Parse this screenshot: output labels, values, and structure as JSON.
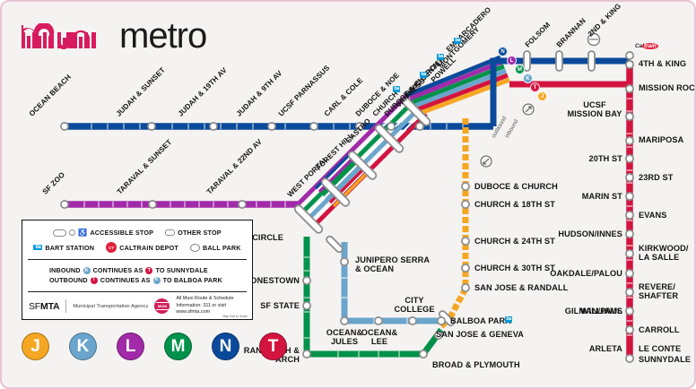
{
  "header": {
    "logo_muni": "muni",
    "logo_metro": "metro",
    "muni_color": "#d81b5f"
  },
  "colors": {
    "J": "#f5a623",
    "K": "#6aa5cc",
    "L": "#a12aa8",
    "M": "#00924b",
    "N": "#0b4a9b",
    "T": "#d3143f",
    "bart": "#0099d8",
    "caltrain": "#e0203a",
    "station": "#ffffff",
    "station_ring": "#8d8d8d",
    "background": "#f4f3f1",
    "border": "#e9c3d4"
  },
  "lines": [
    {
      "id": "J",
      "letter": "J",
      "color": "#f5a623"
    },
    {
      "id": "K",
      "letter": "K",
      "color": "#6aa5cc"
    },
    {
      "id": "L",
      "letter": "L",
      "color": "#a12aa8"
    },
    {
      "id": "M",
      "letter": "M",
      "color": "#00924b"
    },
    {
      "id": "N",
      "letter": "N",
      "color": "#0b4a9b"
    },
    {
      "id": "T",
      "letter": "T",
      "color": "#d3143f"
    }
  ],
  "n_line_stations": [
    "OCEAN BEACH",
    "JUDAH & SUNSET",
    "JUDAH & 19TH AV",
    "JUDAH & 9TH AV",
    "UCSF PARNASSUS",
    "CARL & COLE",
    "DUBOCE & NOE",
    "DUBOCE & CHURCH"
  ],
  "l_line_stations": [
    "SF ZOO",
    "TARAVAL & SUNSET",
    "TARAVAL & 22ND AV",
    "WEST PORTAL"
  ],
  "tunnel_stations": [
    "WEST PORTAL",
    "FOREST HILL",
    "CASTRO",
    "CHURCH"
  ],
  "market_stations": [
    {
      "name": "VAN NESS",
      "bart": false
    },
    {
      "name": "CIVIC CENTER",
      "bart": true
    },
    {
      "name": "POWELL",
      "bart": true
    },
    {
      "name": "MONTGOMERY",
      "bart": true
    },
    {
      "name": "EMBARCADERO",
      "bart": true
    }
  ],
  "king_stations": [
    {
      "name": "FOLSOM",
      "ball": false
    },
    {
      "name": "BRANNAN",
      "ball": false
    },
    {
      "name": "2ND & KING",
      "ball": true
    }
  ],
  "t_line_stations": [
    {
      "name": "4TH & KING",
      "side": "right"
    },
    {
      "name": "MISSION ROCK",
      "side": "right"
    },
    {
      "name": "UCSF\nMISSION BAY",
      "side": "left"
    },
    {
      "name": "MARIPOSA",
      "side": "right"
    },
    {
      "name": "20TH ST",
      "side": "left"
    },
    {
      "name": "23RD ST",
      "side": "right"
    },
    {
      "name": "MARIN ST",
      "side": "left"
    },
    {
      "name": "EVANS",
      "side": "right"
    },
    {
      "name": "HUDSON/INNES",
      "side": "left"
    },
    {
      "name": "KIRKWOOD/\nLA SALLE",
      "side": "right"
    },
    {
      "name": "OAKDALE/PALOU",
      "side": "left"
    },
    {
      "name": "REVERE/\nSHAFTER",
      "side": "right"
    },
    {
      "name": "WILLIAMS",
      "side": "left"
    },
    {
      "name": "CARROLL",
      "side": "right"
    },
    {
      "name": "GILMAN/PAUL",
      "side": "left"
    },
    {
      "name": "LE CONTE",
      "side": "right"
    },
    {
      "name": "ARLETA",
      "side": "left"
    },
    {
      "name": "SUNNYDALE",
      "side": "right"
    }
  ],
  "j_line_stations": [
    "DUBOCE & CHURCH",
    "CHURCH & 18TH ST",
    "CHURCH & 24TH ST",
    "CHURCH & 30TH ST",
    "SAN JOSE & RANDALL"
  ],
  "southwest_stations": [
    "ST. FRANCIS CIRCLE",
    "JUNIPERO SERRA\n& OCEAN",
    "STONESTOWN",
    "SF STATE",
    "OCEAN&\nJULES",
    "OCEAN&\nLEE",
    "CITY\nCOLLEGE",
    "RANDOLPH &\nARCH",
    "BROAD & PLYMOUTH",
    "SAN JOSE & GENEVA"
  ],
  "balboa_park": {
    "name": "BALBOA PARK",
    "bart": true
  },
  "caltrain_label": {
    "cal": "Cal",
    "train": "train"
  },
  "direction_labels": {
    "inbound": "inbound",
    "outbound": "outbound"
  },
  "legend": {
    "accessible_stop": "ACCESSIBLE STOP",
    "other_stop": "OTHER STOP",
    "bart_station": "BART STATION",
    "bart_glyph": "ba",
    "caltrain_depot": "CALTRAIN DEPOT",
    "caltrain_glyph": "CT",
    "ball_park": "BALL PARK",
    "inbound_text_1": "INBOUND",
    "inbound_badge_1": "K",
    "inbound_text_2": "CONTINUES AS",
    "inbound_badge_2": "T",
    "inbound_text_3": "TO SUNNYDALE",
    "outbound_text_1": "OUTBOUND",
    "outbound_badge_1": "T",
    "outbound_text_2": "CONTINUES AS",
    "outbound_badge_2": "K",
    "outbound_text_3": "TO BALBOA PARK",
    "sfmta_sf": "SF",
    "sfmta_mta": "MTA",
    "agency": "Municipal Transportation Agency",
    "stop_sign_text": "MUNI",
    "info_line_1": "All Muni Route & Schedule",
    "info_line_2": "Information: 311 or visit",
    "info_line_3": "www.sfmta.com",
    "not_to_scale": "Map Not to Scale"
  }
}
